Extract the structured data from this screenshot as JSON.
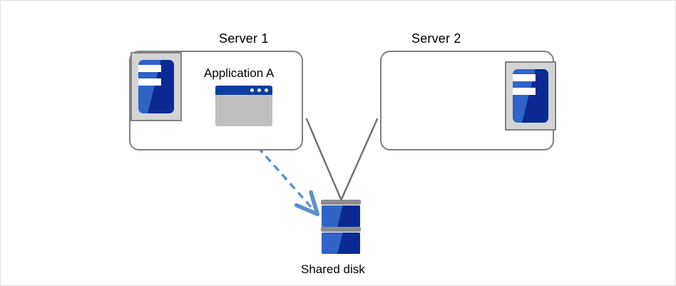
{
  "diagram": {
    "title_alt": "Shared disk cluster with Application A running on Server 1",
    "servers": [
      {
        "id": "server1",
        "label": "Server 1",
        "icon_name": "server-machine-icon",
        "application": {
          "label": "Application A",
          "icon_name": "application-window-icon",
          "window_dots": 3
        }
      },
      {
        "id": "server2",
        "label": "Server 2",
        "icon_name": "server-machine-icon",
        "application": null
      }
    ],
    "storage": {
      "label": "Shared disk",
      "icon_name": "disk-stack-icon",
      "platters": 2
    },
    "connections": [
      {
        "from": "server1",
        "to": "shared-disk",
        "style": "solid",
        "color": "#707070"
      },
      {
        "from": "server2",
        "to": "shared-disk",
        "style": "solid",
        "color": "#707070"
      },
      {
        "from": "application-a",
        "to": "shared-disk",
        "style": "dashed",
        "color": "#5a92cc",
        "arrow": true
      }
    ],
    "colors": {
      "box_stroke": "#808080",
      "connector": "#707070",
      "access_arrow": "#5a92cc",
      "icon_blue_light": "#2f63c8",
      "icon_blue_dark": "#0b2a94",
      "window_titlebar": "#0d3d9e",
      "window_body": "#bfbfbf",
      "icon_frame": "#d4d4d4",
      "disk_bar": "#8c8c8c",
      "canvas": "#ffffff",
      "text": "#000000"
    }
  }
}
